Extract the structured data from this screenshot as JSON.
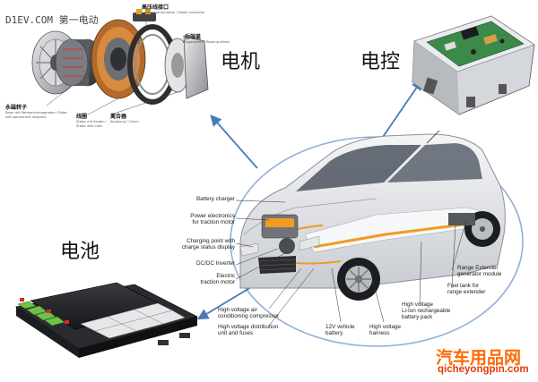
{
  "watermark": "D1EV.COM 第一电动",
  "labels": {
    "motor": "电机",
    "controller": "电控",
    "battery": "电池"
  },
  "motor_parts": {
    "hv_port": {
      "cn": "高压线接口",
      "en": "Leistungsanschlüsse / Power connector"
    },
    "rear_cover": {
      "cn": "后端盖",
      "en": "Lagerschild / Bearing shield"
    },
    "rotor": {
      "cn": "永磁转子",
      "en": "Rotor mit Permanentmagneten / Rotor with permanent magnets"
    },
    "stator": {
      "cn": "线圈",
      "en": "Stator mit Spulen / Stator with coils"
    },
    "clutch": {
      "cn": "离合器",
      "en": "Kupplung / Clutch"
    }
  },
  "car_callouts": {
    "battery_charger": "Battery charger",
    "power_electronics": "Power electronics\nfor traction motor",
    "charging_point": "Charging point with\ncharge status display",
    "dcdc": "DC/DC Inverter",
    "electric_motor": "Electric\ntraction motor",
    "hv_ac": "High voltage air\nconditioning compressor",
    "hv_dist": "High voltage distribution\nunit and fuses",
    "vehicle_battery": "12V vehicle\nbattery",
    "hv_harness": "High voltage\nharness",
    "li_ion": "High voltage\nLi-Ion rechargeable\nbattery pack",
    "fuel_tank": "Fuel tank for\nrange extender",
    "range_ext": "Range Extender\ngenerator module"
  },
  "brand": {
    "cn": "汽车用品网",
    "url": "qicheyongpin.com"
  },
  "colors": {
    "arrow": "#4a7ab8",
    "ellipse": "#8fb0d8",
    "brand_orange": "#ff6a00",
    "cable_orange": "#f29a21",
    "battery_green": "#6fc14a"
  }
}
